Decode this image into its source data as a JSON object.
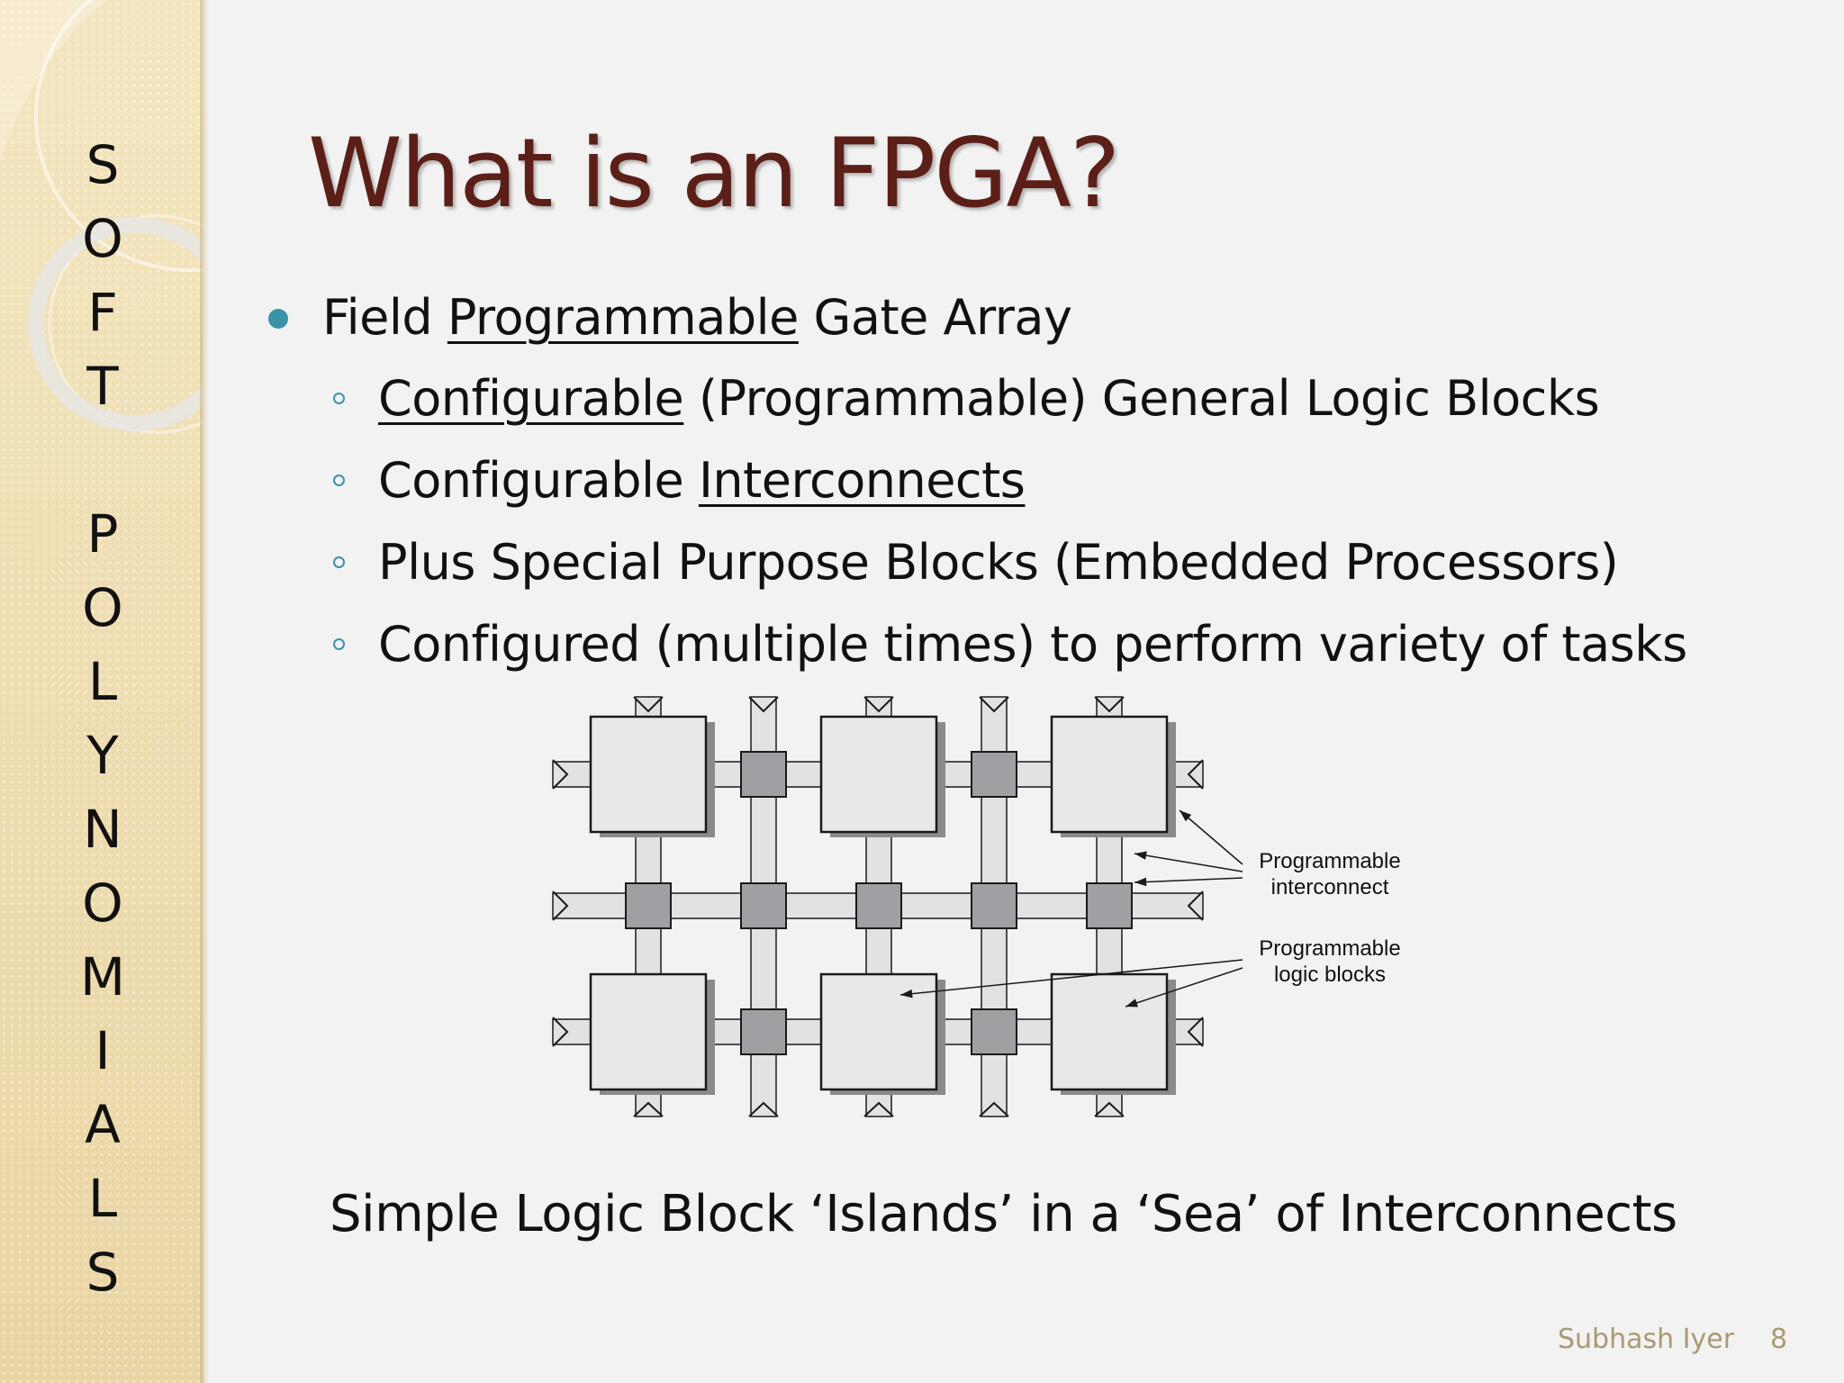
{
  "sidebar": {
    "letters_top": [
      "S",
      "O",
      "F",
      "T"
    ],
    "letters_bottom": [
      "P",
      "O",
      "L",
      "Y",
      "N",
      "O",
      "M",
      "I",
      "A",
      "L",
      "S"
    ]
  },
  "slide": {
    "title": "What is an FPGA?",
    "bullet": {
      "pre": "Field ",
      "underlined": "Programmable",
      "post": " Gate Array"
    },
    "sub_bullets": [
      {
        "underlined": "Configurable",
        "post": " (Programmable) General Logic Blocks"
      },
      {
        "pre": "Configurable ",
        "underlined": "Interconnects"
      },
      {
        "text": "Plus Special Purpose Blocks (Embedded Processors)"
      },
      {
        "text": "Configured (multiple times) to perform variety of tasks"
      }
    ],
    "caption": "Simple Logic Block ‘Islands’ in a ‘Sea’ of Interconnects"
  },
  "diagram": {
    "label_interconnect_1": "Programmable",
    "label_interconnect_2": "interconnect",
    "label_logic_1": "Programmable",
    "label_logic_2": "logic blocks",
    "colors": {
      "block": "#e8e8ea",
      "switch": "#a0a0a4",
      "wire": "#e2e2e4",
      "stroke": "#1a1a1a"
    }
  },
  "footer": {
    "author": "Subhash Iyer",
    "page": "8"
  },
  "theme": {
    "title_color": "#5c1f18",
    "bullet_color": "#3a92a8",
    "sidebar_color": "#eedcb0"
  }
}
